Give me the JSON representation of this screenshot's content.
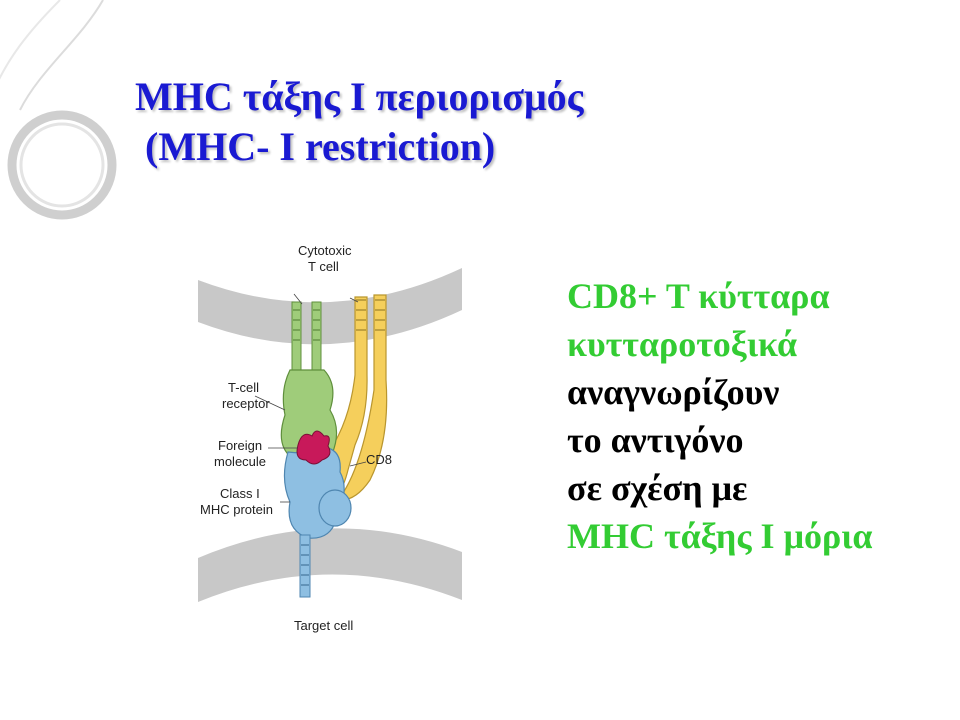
{
  "slide": {
    "title_line_1": "MHC τάξης Ι περιορισμός",
    "title_line_2": " (MHC- I restriction)",
    "title_color": "#1a1ad2"
  },
  "diagram": {
    "label_cytotoxic_1": "Cytotoxic",
    "label_cytotoxic_2": "T cell",
    "label_tcr_1": "T-cell",
    "label_tcr_2": "receptor",
    "label_foreign_1": "Foreign",
    "label_foreign_2": "molecule",
    "label_classi_1": "Class I",
    "label_classi_2": "MHC protein",
    "label_cd8": "CD8",
    "label_target": "Target cell",
    "colors": {
      "membrane": "#c8c8c8",
      "tcr": "#9fcc7a",
      "mhc": "#8ebfe2",
      "cd8": "#f5cf5c",
      "antigen": "#c8195a"
    }
  },
  "bullets": [
    {
      "text": "CD8+ T κύτταρα",
      "color": "green"
    },
    {
      "text": "κυτταροτοξικά",
      "color": "green"
    },
    {
      "text": "αναγνωρίζουν",
      "color": "black"
    },
    {
      "text": "το αντιγόνο",
      "color": "black"
    },
    {
      "text": "σε σχέση με",
      "color": "black"
    },
    {
      "text": "MHC τάξης Ι μόρια",
      "color": "green"
    }
  ]
}
